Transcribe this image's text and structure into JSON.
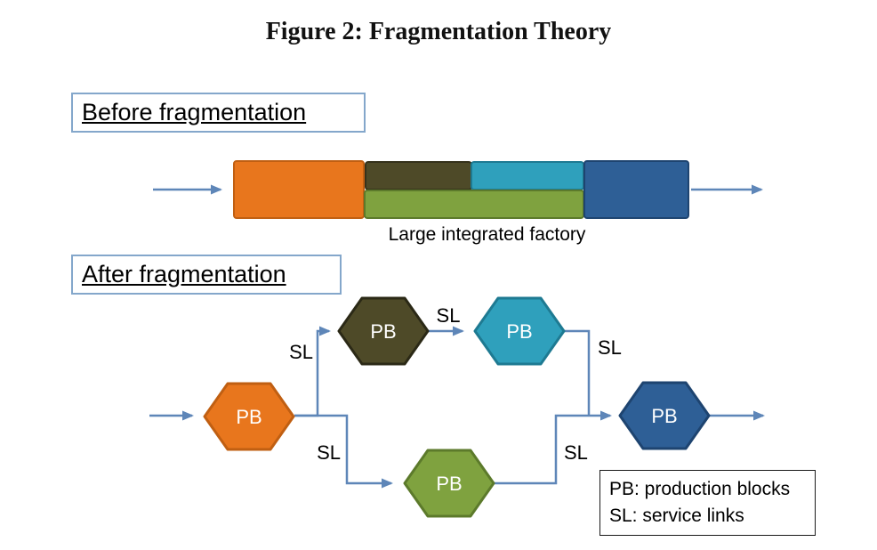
{
  "title": "Figure 2: Fragmentation Theory",
  "sections": {
    "before": {
      "label": "Before fragmentation",
      "caption": "Large integrated factory"
    },
    "after": {
      "label": "After fragmentation"
    }
  },
  "labels": {
    "pb": "PB",
    "sl": "SL"
  },
  "legend": {
    "pb": "PB: production blocks",
    "sl": "SL: service links"
  },
  "colors": {
    "orange": "#e8761d",
    "dark_olive": "#4e4a28",
    "teal": "#2fa0bc",
    "green": "#7fa23f",
    "blue": "#2e5f96",
    "connector": "#5e86b8"
  }
}
